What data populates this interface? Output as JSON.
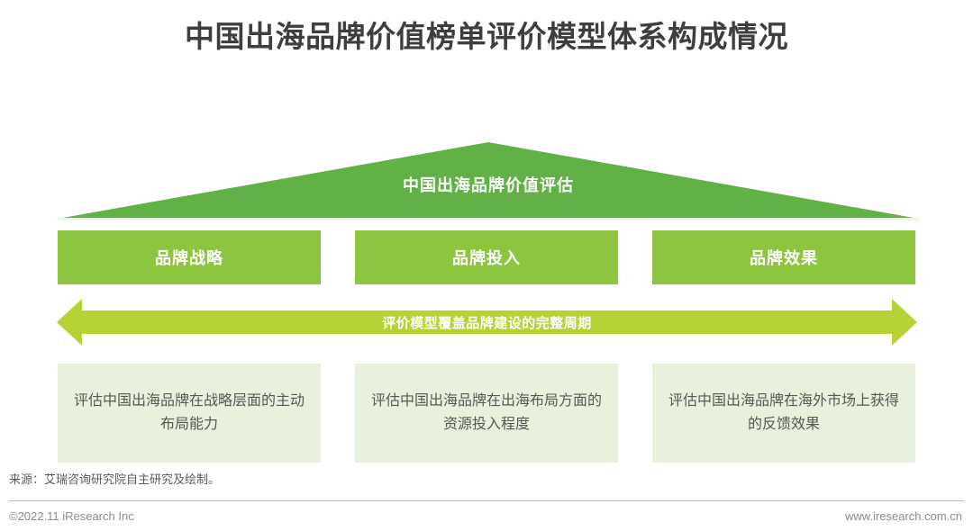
{
  "title": "中国出海品牌价值榜单评价模型体系构成情况",
  "pyramid": {
    "label": "中国出海品牌价值评估",
    "color": "#62b146"
  },
  "pillars": [
    {
      "label": "品牌战略"
    },
    {
      "label": "品牌投入"
    },
    {
      "label": "品牌效果"
    }
  ],
  "pillar_color": "#8cc63f",
  "arrow": {
    "label": "评价模型覆盖品牌建设的完整周期",
    "color": "#b5d334"
  },
  "descriptions": [
    {
      "text": "评估中国出海品牌在战略层面的主动布局能力"
    },
    {
      "text": "评估中国出海品牌在出海布局方面的资源投入程度"
    },
    {
      "text": "评估中国出海品牌在海外市场上获得的反馈效果"
    }
  ],
  "description_color": "#e8f1db",
  "source": "来源：艾瑞咨询研究院自主研究及绘制。",
  "footer": {
    "left": "©2022.11 iResearch Inc",
    "right": "www.iresearch.com.cn"
  }
}
